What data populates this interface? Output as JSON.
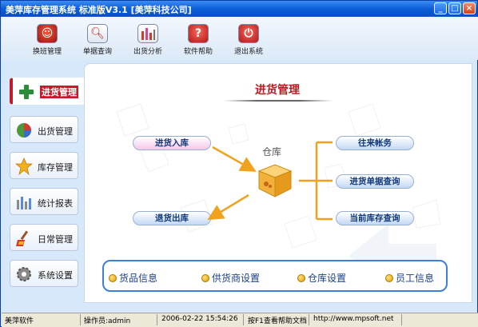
{
  "window": {
    "title": "美萍库存管理系统 标准版V3.1 [美萍科技公司]",
    "minimize": "_",
    "maximize": "□",
    "close": "×"
  },
  "toolbar": [
    {
      "label": "换班管理",
      "icon": "person-icon"
    },
    {
      "label": "单据查询",
      "icon": "magnifier-icon"
    },
    {
      "label": "出货分析",
      "icon": "bar-chart-icon"
    },
    {
      "label": "软件帮助",
      "icon": "help-icon"
    },
    {
      "label": "退出系统",
      "icon": "power-icon"
    }
  ],
  "sidebar": {
    "items": [
      {
        "label": "进货管理",
        "icon": "green-cross-icon",
        "active": true
      },
      {
        "label": "出货管理",
        "icon": "pie-chart-icon",
        "active": false
      },
      {
        "label": "库存管理",
        "icon": "star-icon",
        "active": false
      },
      {
        "label": "统计报表",
        "icon": "bar-chart-icon",
        "active": false
      },
      {
        "label": "日常管理",
        "icon": "broom-icon",
        "active": false
      },
      {
        "label": "系统设置",
        "icon": "gear-icon",
        "active": false
      }
    ]
  },
  "main": {
    "title": "进货管理",
    "warehouse_label": "仓库",
    "left_actions": {
      "purchase_in": "进货入库",
      "return_out": "退货出库"
    },
    "right_actions": {
      "accounts": "往来帐务",
      "purchase_query": "进货单据查询",
      "stock_query": "当前库存查询"
    },
    "info_links": [
      "货品信息",
      "供货商设置",
      "仓库设置",
      "员工信息"
    ]
  },
  "statusbar": {
    "company": "美萍软件",
    "operator": "操作员:admin",
    "datetime": "2006-02-22 15:54:26",
    "help": "按F1查看帮助文档",
    "url": "http://www.mpsoft.net"
  },
  "colors": {
    "accent_red": "#c01820",
    "title_blue": "#0b5ed9",
    "arrow_orange": "#f0a21e"
  }
}
